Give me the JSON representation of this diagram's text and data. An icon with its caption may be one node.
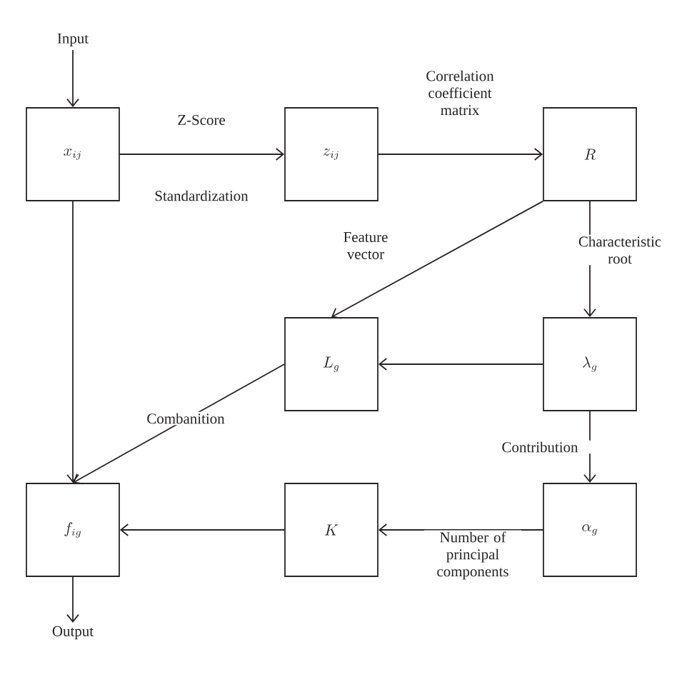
{
  "diagram": {
    "nodes": [
      {
        "text": [
          "Input"
        ]
      },
      {
        "text": [
          "x_{ij}"
        ]
      },
      {
        "text": [
          "z_{ij}"
        ]
      },
      {
        "text": [
          "R"
        ]
      },
      {
        "text": [
          "L_g"
        ]
      },
      {
        "text": [
          "\\lambda_g"
        ]
      },
      {
        "text": [
          "f_{ig}"
        ]
      },
      {
        "text": [
          "K"
        ]
      },
      {
        "text": [
          "\\alpha_g"
        ]
      },
      {
        "text": [
          "Output"
        ]
      }
    ],
    "edges": [
      {
        "from": 0,
        "to": 1,
        "arrow": "to"
      },
      {
        "from": 1,
        "to": 2,
        "arrow": "to",
        "label": "Z-Score"
      },
      {
        "from": 2,
        "to": 3,
        "arrow": "to",
        "label": "Correlation coefficient matrix"
      },
      {
        "from": 3,
        "to": 4,
        "arrow": "to",
        "label": "Feature vector"
      },
      {
        "from": 3,
        "to": 5,
        "arrow": "to",
        "label": "Characteristic root"
      },
      {
        "from": 5,
        "to": 4,
        "arrow": "to"
      },
      {
        "from": 4,
        "to": 6,
        "arrow": "to",
        "label": "Combanition"
      },
      {
        "from": 1,
        "to": 6,
        "arrow": "to"
      },
      {
        "from": 5,
        "to": 8,
        "arrow": "to",
        "label": "Contribution"
      },
      {
        "from": 8,
        "to": 7,
        "arrow": "to",
        "label": "Number of principal components"
      },
      {
        "from": 7,
        "to": 6,
        "arrow": "to"
      },
      {
        "from": 6,
        "to": 9,
        "arrow": "to"
      }
    ],
    "labels": [
      "Standardization"
    ]
  }
}
